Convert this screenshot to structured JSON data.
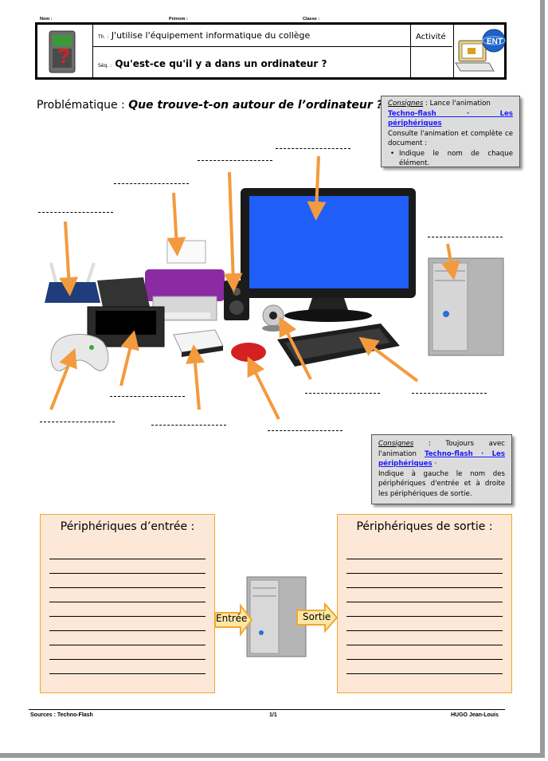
{
  "header_fields": {
    "nom": "Nom :",
    "prenom": "Prénom :",
    "classe": "Classe :"
  },
  "header": {
    "theme_prefix": "Th. :",
    "theme": "J'utilise l'équipement informatique du collège",
    "seq_prefix": "Séq. :",
    "sequence": "Qu'est-ce qu'il y a dans un ordinateur ?",
    "activity": "Activité",
    "ent_logo": "ENT"
  },
  "problematique": {
    "label": "Problématique : ",
    "question": "Que trouve-t-on autour de l’ordinateur ?"
  },
  "note1": {
    "title": "Consignes",
    "line1": " : Lance l'animation",
    "link": "Techno-flash · Les périphériques",
    "line2": "Consulte l'animation et complète ce document :",
    "bullet": "Indique le nom de chaque élément."
  },
  "note2": {
    "title": "Consignes",
    "line1": " : Toujours avec l'animation ",
    "link": "Techno-flash · Les périphériques",
    "after_link": " ·",
    "line2": "Indique à gauche le nom des périphériques d'entrée et à droite les périphériques de sortie."
  },
  "devices": [
    "router-icon",
    "printer-icon",
    "speaker-icon",
    "monitor-icon",
    "tower-icon",
    "scanner-icon",
    "gamepad-icon",
    "hard-drive-icon",
    "mouse-icon",
    "webcam-icon",
    "keyboard-icon"
  ],
  "input_box": {
    "title": "Périphériques d’entrée :"
  },
  "output_box": {
    "title": "Périphériques de sortie :"
  },
  "arrows": {
    "input": "Entrée",
    "output": "Sortie"
  },
  "footer": {
    "sources": "Sources : Techno-Flash",
    "page": "1/1",
    "author": "HUGO Jean-Louis"
  },
  "colors": {
    "arrow": "#f39a3e",
    "box_fill": "#fde7d6",
    "box_border": "#f0a830",
    "screen": "#1f5ef7",
    "link": "#1a1aff"
  }
}
